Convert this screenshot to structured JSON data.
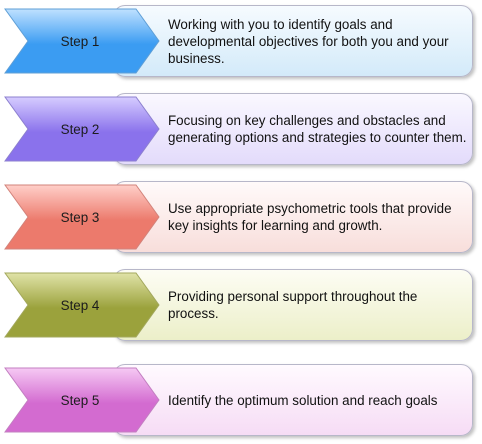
{
  "steps": [
    {
      "label": "Step 1",
      "text": "Working with you to identify goals and developmental objectives for both you and your business.",
      "arrow_light": "#bfe1ff",
      "arrow_dark": "#3b9cf2",
      "arrow_edge": "#5f9fd6",
      "box_light": "#f6fbff",
      "box_dark": "#d3eaf9"
    },
    {
      "label": "Step 2",
      "text": "Focusing on key challenges and obstacles and generating options and strategies to counter them.",
      "arrow_light": "#d6ccff",
      "arrow_dark": "#8a72ec",
      "arrow_edge": "#8d80cf",
      "box_light": "#faf8ff",
      "box_dark": "#e3dbfb"
    },
    {
      "label": "Step 3",
      "text": "Use appropriate psychometric tools that provide key insights for learning and growth.",
      "arrow_light": "#ffcfc9",
      "arrow_dark": "#ec7a6c",
      "arrow_edge": "#d2837b",
      "box_light": "#fffafa",
      "box_dark": "#f8dedb"
    },
    {
      "label": "Step 4",
      "text": "Providing personal support throughout the process.",
      "arrow_light": "#e0e3a8",
      "arrow_dark": "#9ba23c",
      "arrow_edge": "#a3a85d",
      "box_light": "#fdfdf4",
      "box_dark": "#ecefc9"
    },
    {
      "label": "Step 5",
      "text": "Identify the optimum solution and reach goals",
      "arrow_light": "#f6c9f4",
      "arrow_dark": "#d36bd0",
      "arrow_edge": "#c37fc1",
      "box_light": "#fffaff",
      "box_dark": "#f6dcf5"
    }
  ]
}
